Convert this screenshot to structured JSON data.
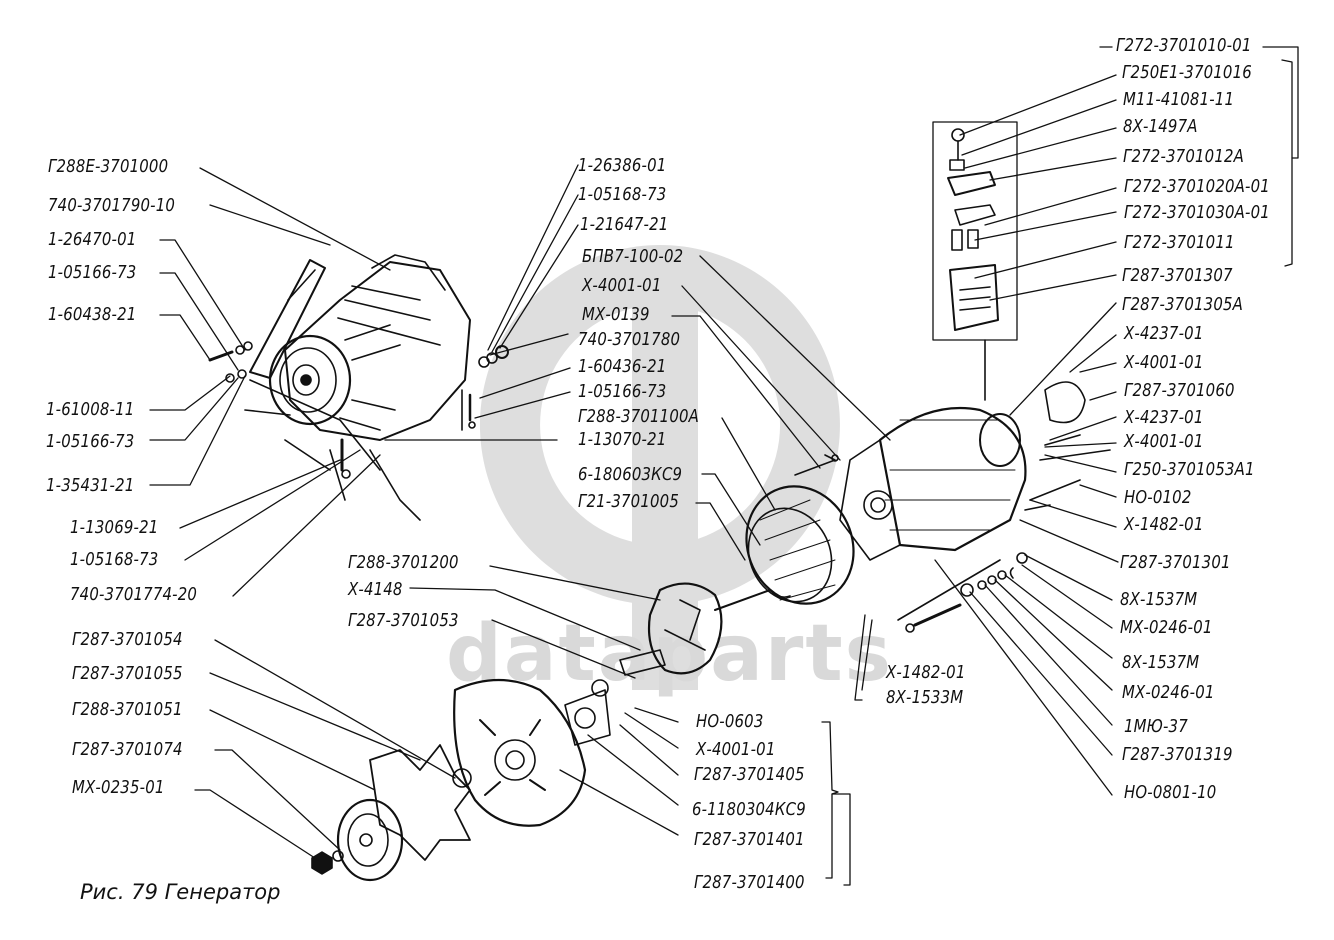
{
  "figure": {
    "caption": "Рис. 79 Генератор",
    "watermark_text": "dataparts",
    "ink_color": "#111111",
    "watermark_color": "#d9d9d9"
  },
  "labels": {
    "top_right": [
      "Г272-3701010-01",
      "Г250Е1-3701016",
      "М11-41081-11",
      "8Х-1497А",
      "Г272-3701012А",
      "Г272-3701020А-01",
      "Г272-3701030А-01",
      "Г272-3701011"
    ],
    "right": [
      "Г287-3701307",
      "Г287-3701305А",
      "Х-4237-01",
      "Х-4001-01",
      "Г287-3701060",
      "Х-4237-01",
      "Х-4001-01",
      "Г250-3701053А1",
      "НО-0102",
      "Х-1482-01",
      "Г287-3701301",
      "8Х-1537М",
      "МХ-0246-01",
      "8Х-1537М",
      "МХ-0246-01",
      "1МЮ-37",
      "Г287-3701319",
      "НО-0801-10"
    ],
    "left_top": [
      "Г288Е-3701000",
      "740-3701790-10",
      "1-26470-01",
      "1-05166-73",
      "1-60438-21"
    ],
    "left_bottom": [
      "1-61008-11",
      "1-05166-73",
      "1-35431-21",
      "1-13069-21",
      "1-05168-73",
      "740-3701774-20"
    ],
    "center": [
      "1-26386-01",
      "1-05168-73",
      "1-21647-21",
      "БПВ7-100-02",
      "Х-4001-01",
      "МХ-0139",
      "740-3701780",
      "1-60436-21",
      "1-05166-73",
      "Г288-3701100А",
      "1-13070-21",
      "6-180603КС9",
      "Г21-3701005"
    ],
    "middle_left": [
      "Г288-3701200",
      "Х-4148",
      "Г287-3701053"
    ],
    "bottom_left": [
      "Г287-3701054",
      "Г287-3701055",
      "Г288-3701051",
      "Г287-3701074",
      "МХ-0235-01"
    ],
    "bottom_center": [
      "НО-0603",
      "Х-4001-01",
      "Г287-3701405",
      "6-1180304КС9",
      "Г287-3701401",
      "Г287-3701400"
    ],
    "stator_bottom": [
      "Х-1482-01",
      "8Х-1533М"
    ]
  }
}
